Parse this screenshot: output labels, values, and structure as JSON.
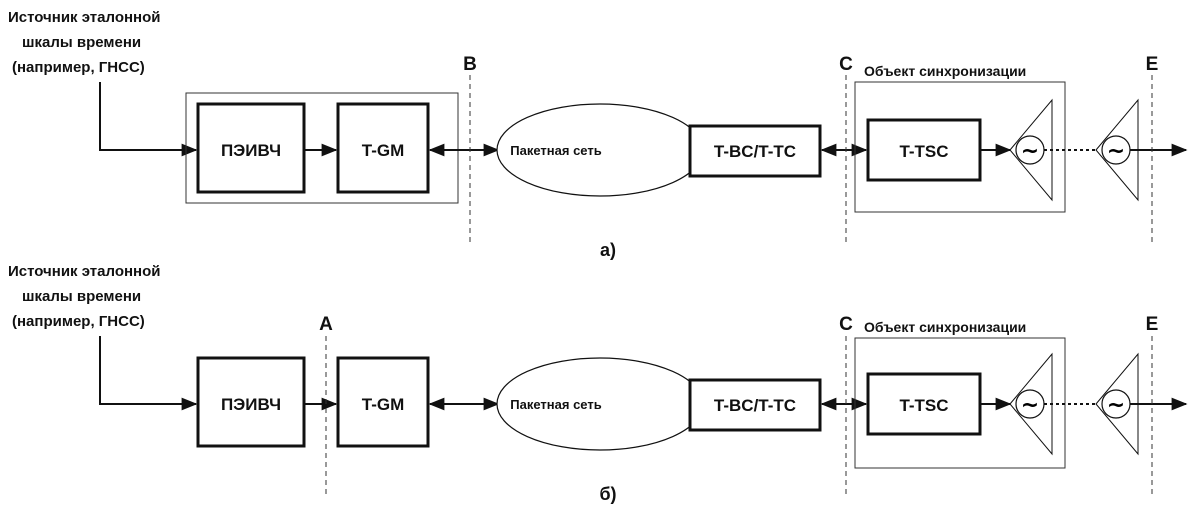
{
  "colors": {
    "stroke": "#111111",
    "background": "#ffffff"
  },
  "diagram_a": {
    "source_label": [
      "Источник эталонной",
      "шкалы времени",
      "(например, ГНСС)"
    ],
    "peivch_label": "ПЭИВЧ",
    "tgm_label": "T-GM",
    "network_label": "Пакетная сеть",
    "tbc_label": "T-BC/T-TC",
    "ttsc_label": "T-TSC",
    "object_label": "Объект синхронизации",
    "ref_points": [
      "B",
      "C",
      "E"
    ],
    "caption": "а)",
    "clock_symbol": "~"
  },
  "diagram_b": {
    "source_label": [
      "Источник эталонной",
      "шкалы времени",
      "(например, ГНСС)"
    ],
    "peivch_label": "ПЭИВЧ",
    "tgm_label": "T-GM",
    "network_label": "Пакетная сеть",
    "tbc_label": "T-BC/T-TC",
    "ttsc_label": "T-TSC",
    "object_label": "Объект синхронизации",
    "ref_points": [
      "A",
      "C",
      "E"
    ],
    "caption": "б)",
    "clock_symbol": "~"
  }
}
